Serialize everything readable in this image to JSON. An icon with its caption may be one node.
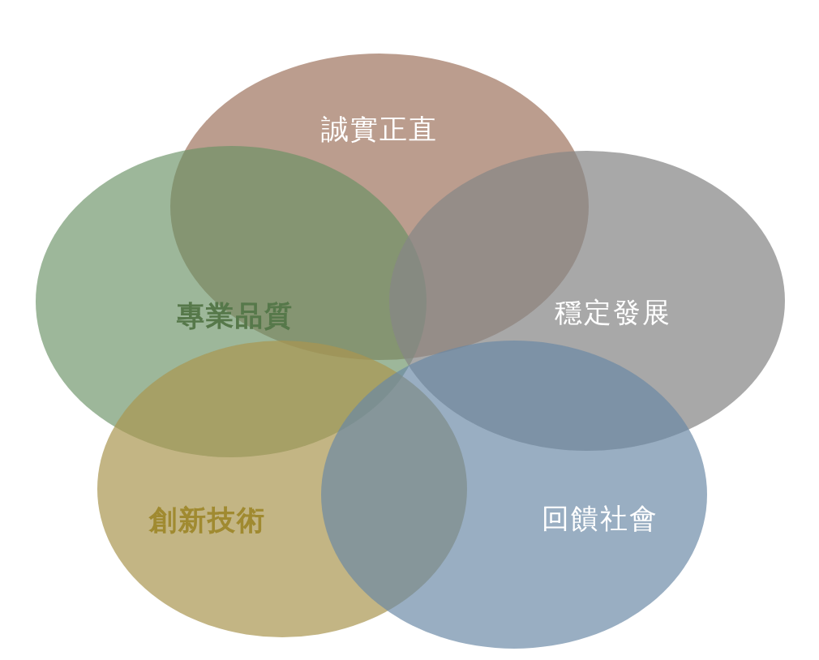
{
  "diagram": {
    "nodes": [
      {
        "text": [
          "誠實正直"
        ]
      },
      {
        "text": [
          "專業品質"
        ]
      },
      {
        "text": [
          "穩定發展"
        ]
      },
      {
        "text": [
          "創新技術"
        ]
      },
      {
        "text": [
          "回饋社會"
        ]
      }
    ]
  }
}
